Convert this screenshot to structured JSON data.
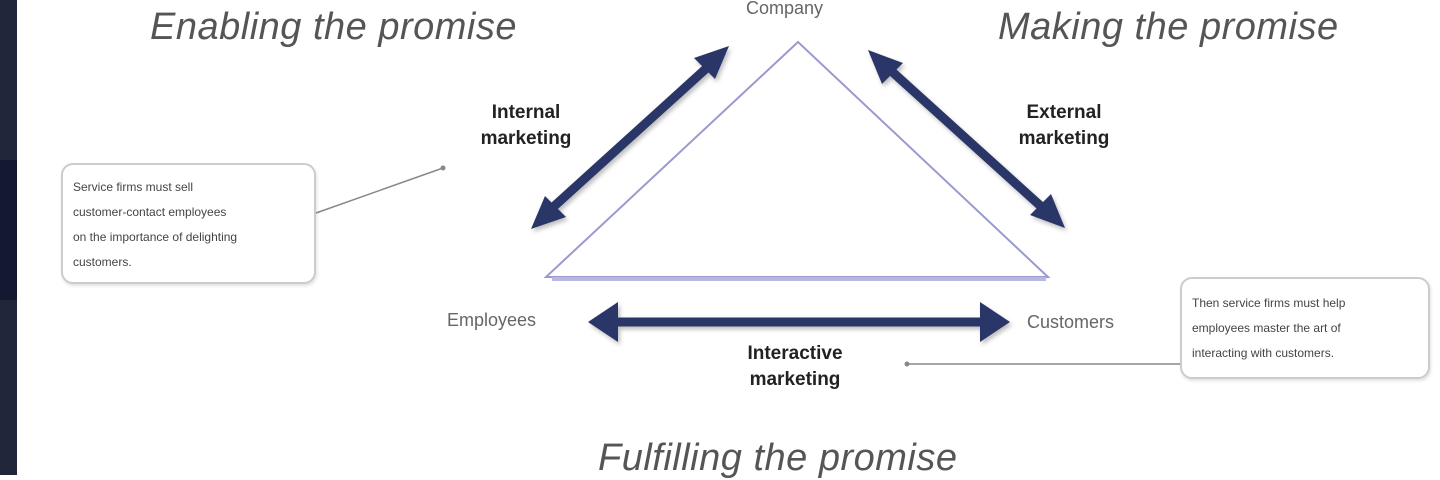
{
  "headings": {
    "enabling": "Enabling the promise",
    "making": "Making the promise",
    "fulfilling": "Fulfilling the promise"
  },
  "nodes": {
    "company": "Company",
    "employees": "Employees",
    "customers": "Customers"
  },
  "arrows": {
    "internal": [
      "Internal",
      "marketing"
    ],
    "external": [
      "External",
      "marketing"
    ],
    "interactive": [
      "Interactive",
      "marketing"
    ]
  },
  "notes": {
    "left": [
      "Service firms must sell",
      "customer-contact employees",
      "on the importance of delighting",
      "customers."
    ],
    "right": [
      "Then service firms must help",
      "employees master the art of",
      "interacting with customers."
    ]
  },
  "colors": {
    "arrow": "#2b3468",
    "triangle_edge": "#9a9ad0",
    "left_bar": "#22263a"
  }
}
